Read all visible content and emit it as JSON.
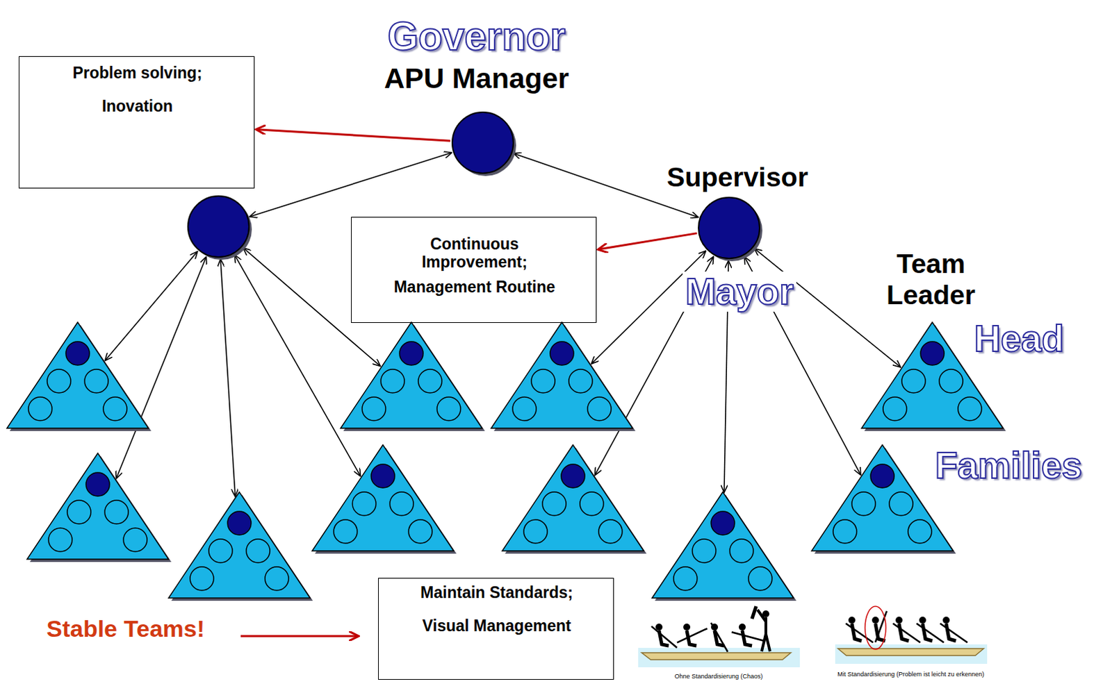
{
  "diagram": {
    "nodes": [
      {
        "text": [
          "Governor",
          "APU Manager"
        ]
      },
      {
        "text": [
          "Problem solving;",
          "Inovation"
        ]
      },
      {
        "text": []
      },
      {
        "text": [
          "Supervisor",
          "Mayor"
        ]
      },
      {
        "text": [
          "Continuous Improvement;",
          "Management Routine"
        ]
      },
      {
        "text": []
      },
      {
        "text": []
      },
      {
        "text": []
      },
      {
        "text": [
          "Team Leader",
          "Head"
        ]
      },
      {
        "text": []
      },
      {
        "text": []
      },
      {
        "text": []
      },
      {
        "text": []
      },
      {
        "text": []
      },
      {
        "text": [
          "Families"
        ]
      },
      {
        "text": [
          "Maintain Standards;",
          "Visual Management"
        ]
      }
    ],
    "edges": [
      {
        "from": 0,
        "to": 1,
        "arrow": "to"
      },
      {
        "from": 3,
        "to": 4,
        "arrow": "to"
      },
      {
        "from": 0,
        "to": 2,
        "arrow": "both"
      },
      {
        "from": 0,
        "to": 3,
        "arrow": "both"
      },
      {
        "from": 2,
        "to": 5,
        "arrow": "both"
      },
      {
        "from": 2,
        "to": 9,
        "arrow": "both"
      },
      {
        "from": 2,
        "to": 10,
        "arrow": "both"
      },
      {
        "from": 2,
        "to": 11,
        "arrow": "both"
      },
      {
        "from": 2,
        "to": 6,
        "arrow": "both"
      },
      {
        "from": 3,
        "to": 7,
        "arrow": "both"
      },
      {
        "from": 3,
        "to": 12,
        "arrow": "both"
      },
      {
        "from": 3,
        "to": 13,
        "arrow": "both"
      },
      {
        "from": 3,
        "to": 14,
        "arrow": "both"
      },
      {
        "from": 3,
        "to": 8,
        "arrow": "both"
      }
    ],
    "labels": [
      "Stable Teams!",
      "Ohne Standardisierung (Chaos)",
      "Mit Standardisierung (Problem ist leicht zu erkennen)"
    ]
  }
}
